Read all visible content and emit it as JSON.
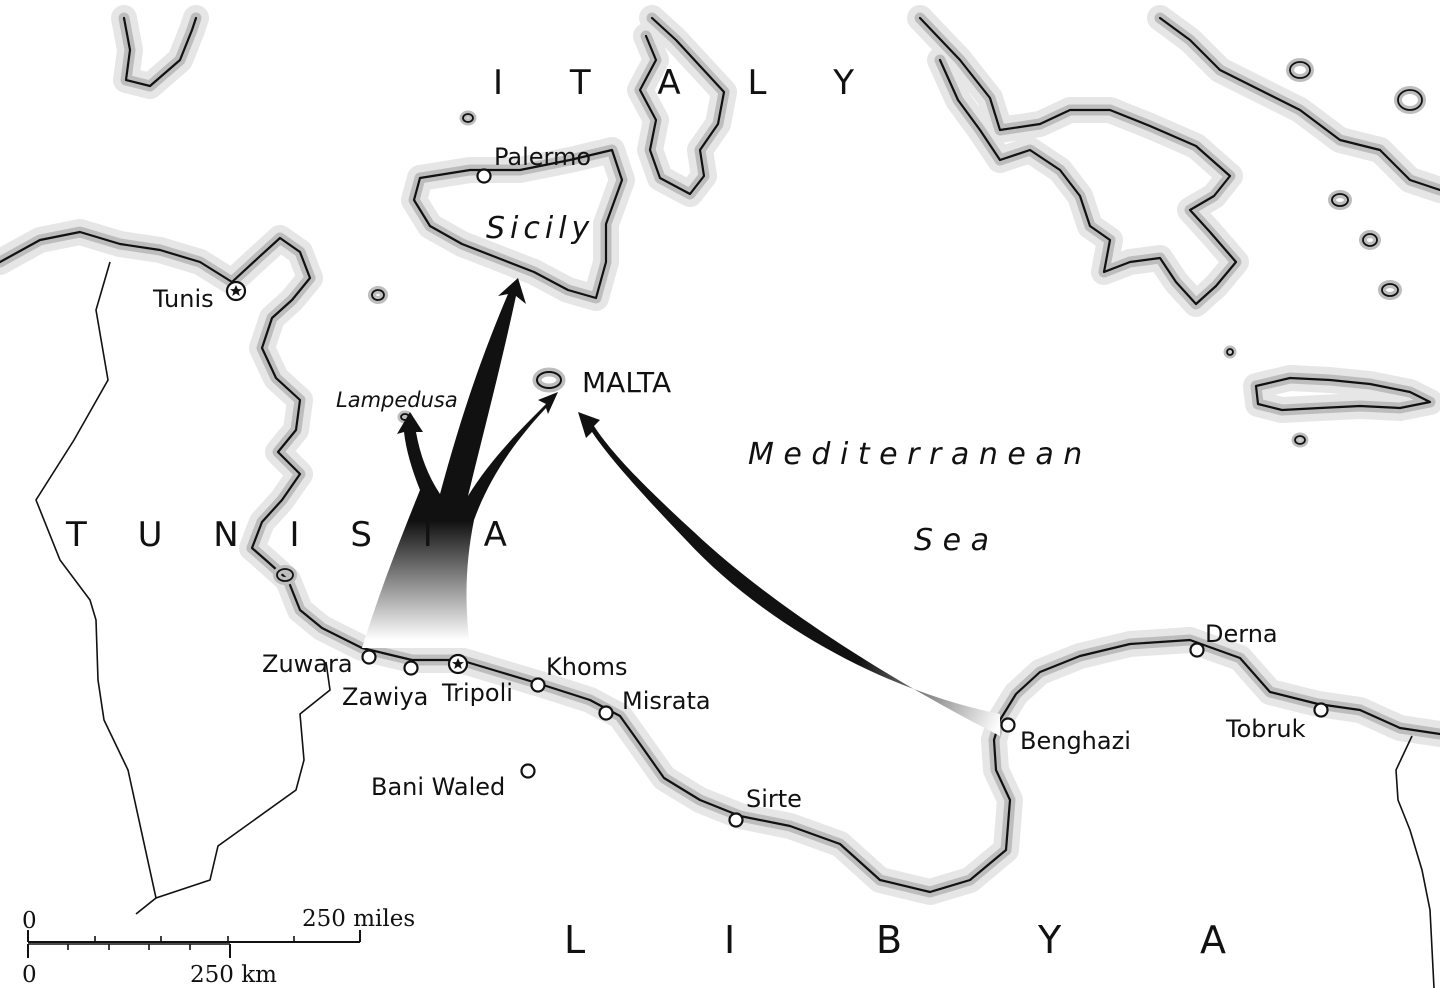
{
  "countries": {
    "italy": "I T A L Y",
    "tunisia": "T U N I S I A",
    "libya": [
      "L",
      "I",
      "B",
      "Y",
      "A"
    ]
  },
  "sea": {
    "line1": "M e d i t e r r a n e a n",
    "line2": "S e a"
  },
  "islands": {
    "sicily": "Sicily",
    "lampedusa": "Lampedusa",
    "malta": "MALTA"
  },
  "cities": {
    "palermo": "Palermo",
    "tunis": "Tunis",
    "zuwara": "Zuwara",
    "zawiya": "Zawiya",
    "tripoli": "Tripoli",
    "khoms": "Khoms",
    "misrata": "Misrata",
    "bani_waled": "Bani Waled",
    "sirte": "Sirte",
    "benghazi": "Benghazi",
    "derna": "Derna",
    "tobruk": "Tobruk"
  },
  "capitals": [
    "Tunis",
    "Tripoli"
  ],
  "scale": {
    "miles_zero": "0",
    "miles_value": "250 miles",
    "km_zero": "0",
    "km_value": "250 km"
  },
  "colors": {
    "arrow": "#111111",
    "coast_band": "#bdbdbd",
    "coast_halo": "#e6e6e6"
  },
  "icons": {
    "capital": "star-in-circle-icon",
    "city": "open-circle-icon"
  }
}
